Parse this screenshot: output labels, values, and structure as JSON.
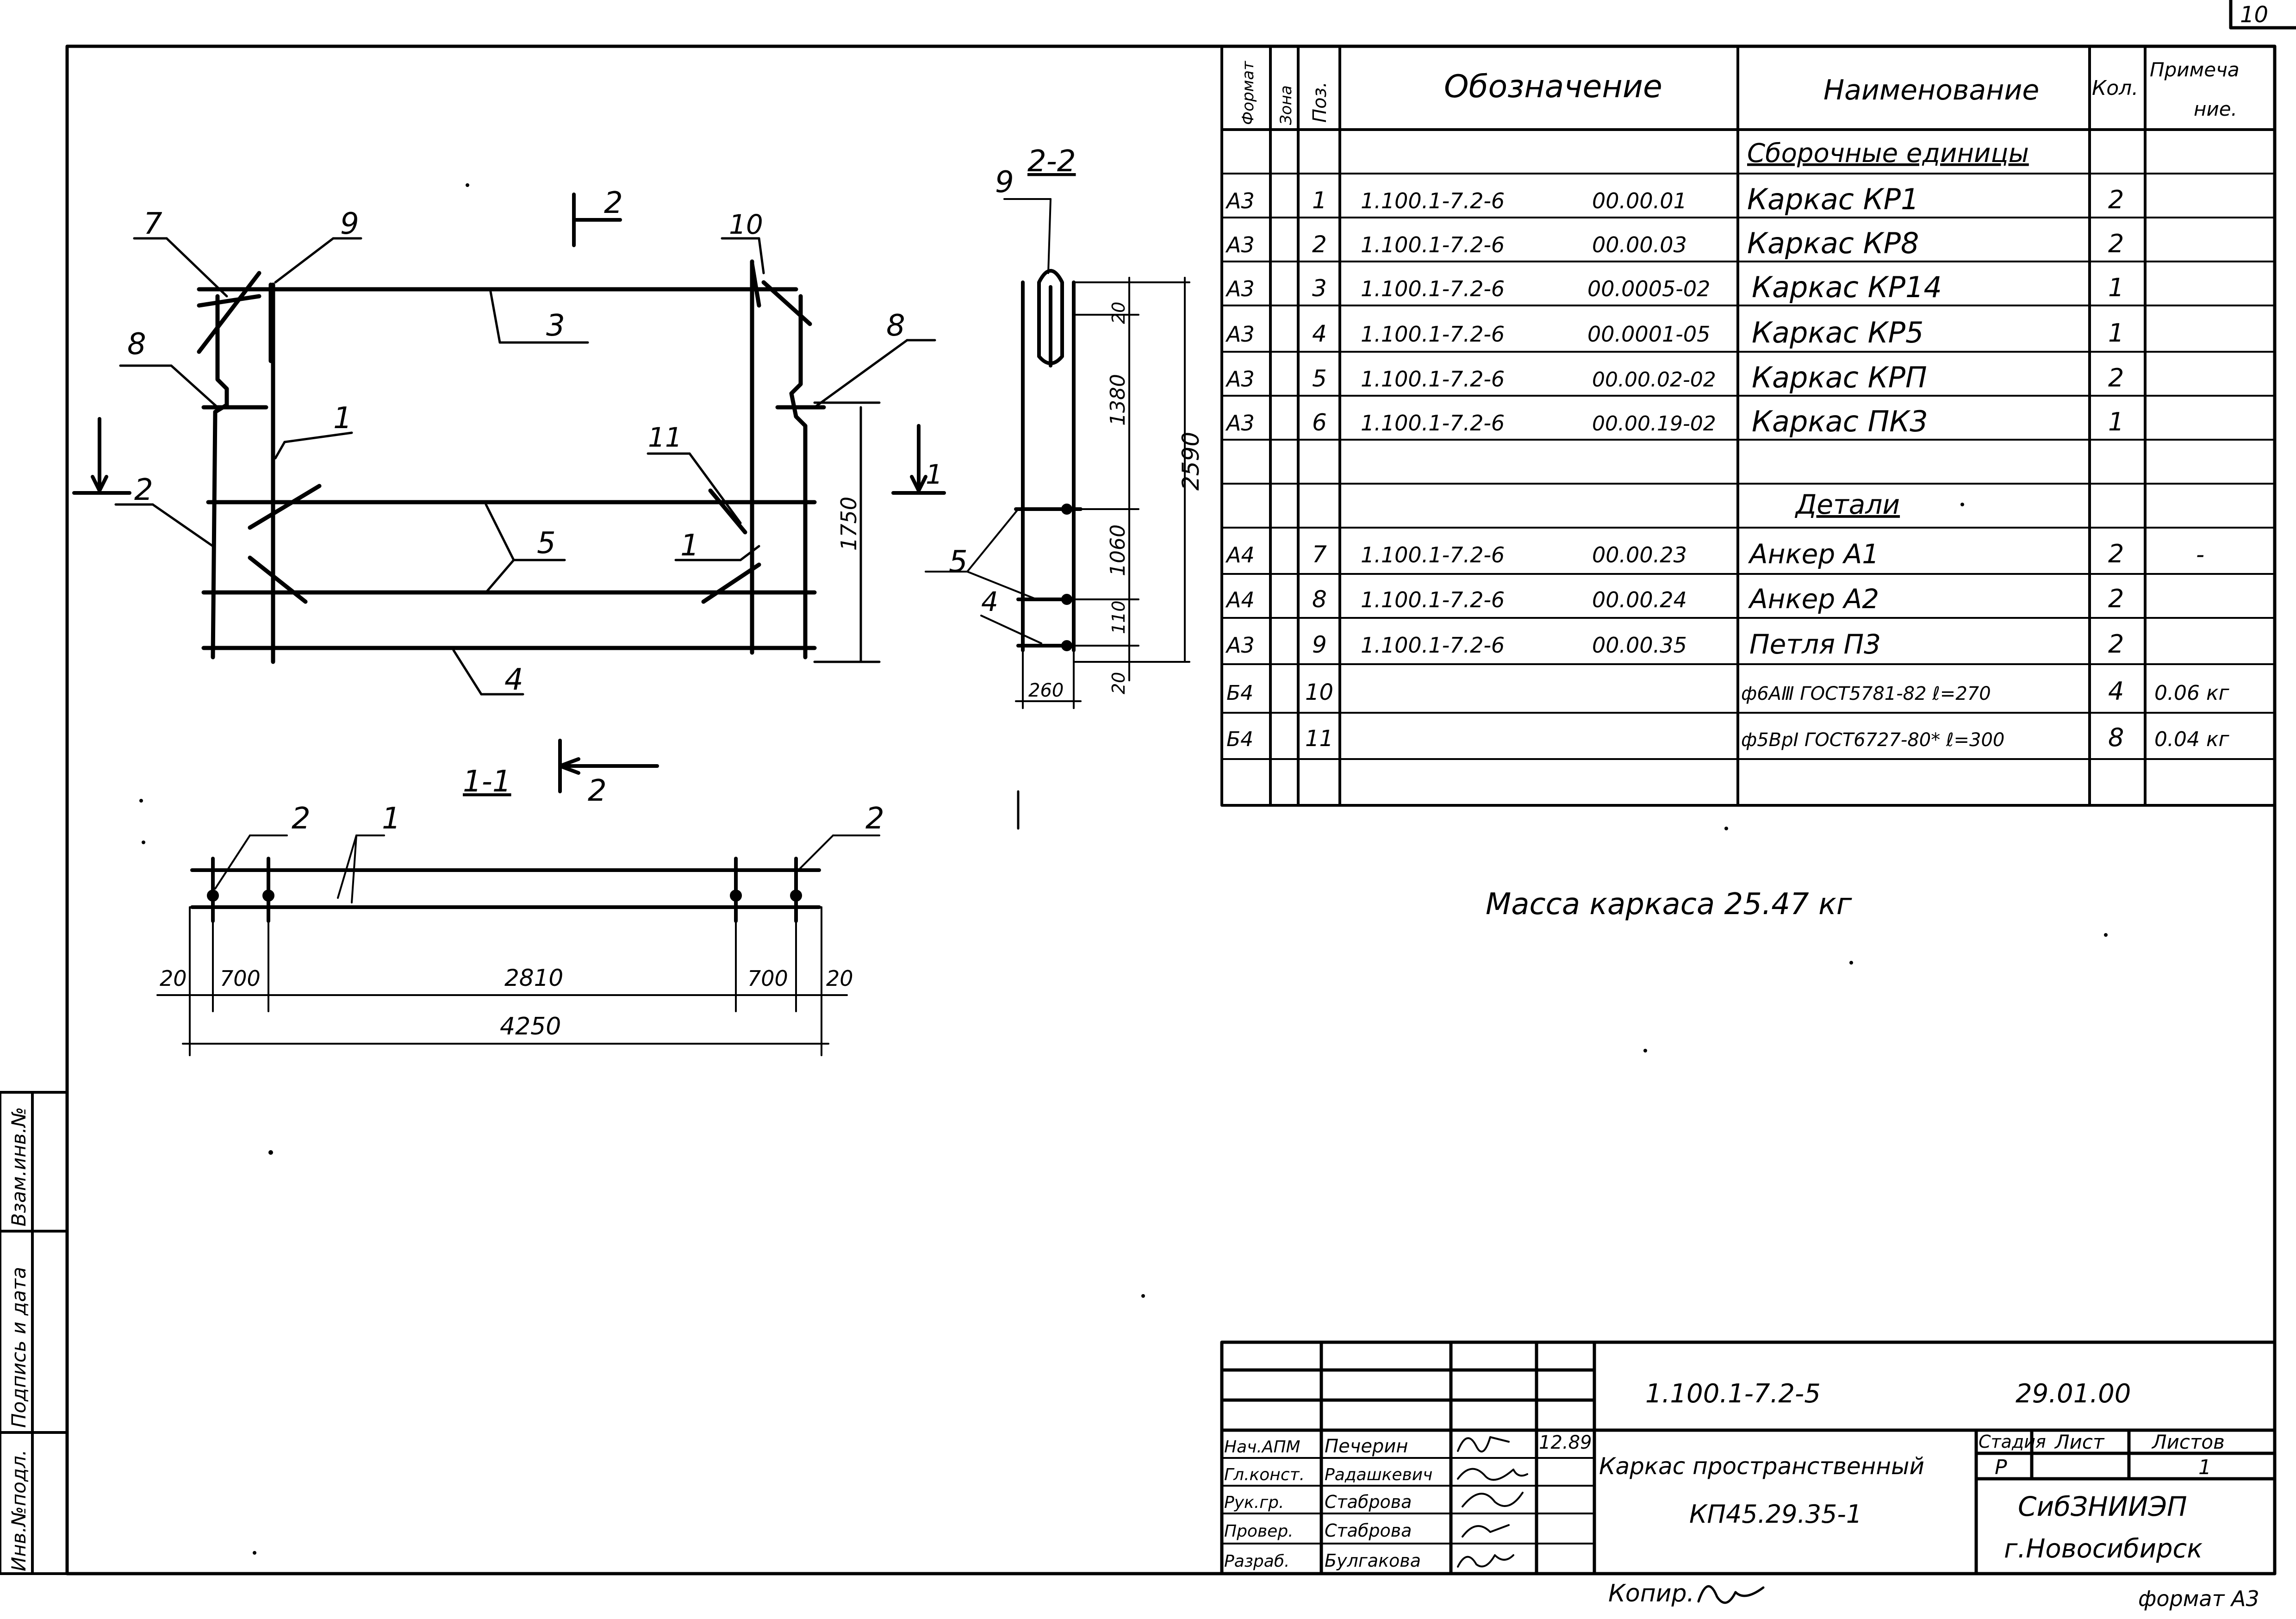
{
  "page_number_corner": "10",
  "spec": {
    "headers": {
      "format": "Формат",
      "zone": "Зона",
      "pos": "Поз.",
      "designation": "Обозначение",
      "name": "Наименование",
      "qty": "Кол.",
      "note_line1": "Примеча",
      "note_line2": "ние."
    },
    "section_assemblies": "Сборочные единицы",
    "section_details": "Детали",
    "rows": [
      {
        "format": "А3",
        "pos": "1",
        "code": "1.100.1-7.2-6",
        "sub": "00.00.01",
        "name": "Каркас КР1",
        "qty": "2",
        "note": ""
      },
      {
        "format": "А3",
        "pos": "2",
        "code": "1.100.1-7.2-6",
        "sub": "00.00.03",
        "name": "Каркас КР8",
        "qty": "2",
        "note": ""
      },
      {
        "format": "А3",
        "pos": "3",
        "code": "1.100.1-7.2-6",
        "sub": "00.0005-02",
        "name": "Каркас КР14",
        "qty": "1",
        "note": ""
      },
      {
        "format": "А3",
        "pos": "4",
        "code": "1.100.1-7.2-6",
        "sub": "00.0001-05",
        "name": "Каркас КР5",
        "qty": "1",
        "note": ""
      },
      {
        "format": "А3",
        "pos": "5",
        "code": "1.100.1-7.2-6",
        "sub": "00.00.02-02",
        "name": "Каркас КРП",
        "qty": "2",
        "note": ""
      },
      {
        "format": "А3",
        "pos": "6",
        "code": "1.100.1-7.2-6",
        "sub": "00.00.19-02",
        "name": "Каркас ПК3",
        "qty": "1",
        "note": ""
      },
      {
        "format": "А4",
        "pos": "7",
        "code": "1.100.1-7.2-6",
        "sub": "00.00.23",
        "name": "Анкер А1",
        "qty": "2",
        "note": "-"
      },
      {
        "format": "А4",
        "pos": "8",
        "code": "1.100.1-7.2-6",
        "sub": "00.00.24",
        "name": "Анкер А2",
        "qty": "2",
        "note": ""
      },
      {
        "format": "А3",
        "pos": "9",
        "code": "1.100.1-7.2-6",
        "sub": "00.00.35",
        "name": "Петля П3",
        "qty": "2",
        "note": ""
      },
      {
        "format": "Б4",
        "pos": "10",
        "code": "",
        "sub": "",
        "name": "ф6АⅢ ГОСТ5781-82 ℓ=270",
        "qty": "4",
        "note": "0.06 кг"
      },
      {
        "format": "Б4",
        "pos": "11",
        "code": "",
        "sub": "",
        "name": "ф5ВрⅠ ГОСТ6727-80* ℓ=300",
        "qty": "8",
        "note": "0.04 кг"
      }
    ]
  },
  "mass_note": "Масса каркаса 25.47 кг",
  "drawing": {
    "section_2_2": "2-2",
    "section_1_1": "1-1",
    "cut_mark_2": "2",
    "cut_mark_1": "1",
    "leaders_main": [
      "7",
      "9",
      "10",
      "8",
      "3",
      "8",
      "1",
      "2",
      "11",
      "5",
      "1",
      "4"
    ],
    "leaders_side": [
      "9",
      "5",
      "4"
    ],
    "leaders_plan": [
      "2",
      "1",
      "2"
    ],
    "dims_plan": [
      "20",
      "700",
      "2810",
      "700",
      "20",
      "4250"
    ],
    "dim_height_main": "1750",
    "dims_side_chain": [
      "20",
      "1380",
      "1060",
      "110",
      "20"
    ],
    "dim_side_total": "2590",
    "dim_side_width": "260"
  },
  "side_stamp": {
    "inv_podl": "Инв.№подл.",
    "podpis": "Подпись и дата",
    "vzam": "Взам.инв.№"
  },
  "title_block": {
    "doc_code": "1.100.1-7.2-5",
    "date_code": "29.01.00",
    "title_line1": "Каркас пространственный",
    "title_line2": "КП45.29.35-1",
    "stage_label": "Стадия",
    "sheet_label": "Лист",
    "sheets_label": "Листов",
    "stage_value": "Р",
    "sheet_value": "",
    "sheets_value": "1",
    "org_line1": "СибЗНИИЭП",
    "org_line2": "г.Новосибирск",
    "date_small": "12.89",
    "roles": [
      {
        "role": "Нач.АПМ",
        "name": "Печерин"
      },
      {
        "role": "Гл.конст.",
        "name": "Радашкевич"
      },
      {
        "role": "Рук.гр.",
        "name": "Стаброва"
      },
      {
        "role": "Провер.",
        "name": "Стаброва"
      },
      {
        "role": "Разраб.",
        "name": "Булгакова"
      }
    ]
  },
  "copied_label": "Копир.",
  "format_label": "формат А3"
}
